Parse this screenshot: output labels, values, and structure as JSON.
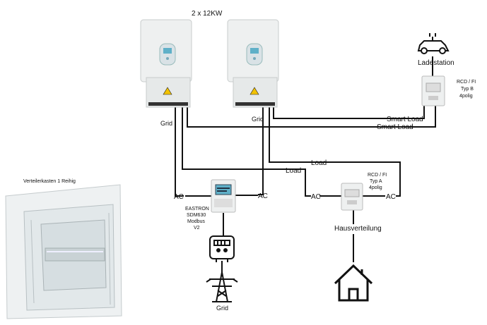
{
  "labels": {
    "inverter_title": "2 x 12KW",
    "grid_left": "Grid",
    "grid_right": "Grid",
    "smart_load_1": "Smart Load",
    "smart_load_2": "Smart Load",
    "load_1": "Load",
    "load_2": "Load",
    "ac_left": "AC",
    "ac_meter_right": "AC",
    "ac_rcd_left": "AC",
    "ac_rcd_right": "AC",
    "ladestation": "Ladestation",
    "rcd_b_line1": "RCD / FI",
    "rcd_b_line2": "Typ B",
    "rcd_b_line3": "4polig",
    "rcd_a_line1": "RCD / FI",
    "rcd_a_line2": "Typ A",
    "rcd_a_line3": "4polig",
    "meter_line1": "EASTRON",
    "meter_line2": "SDM630",
    "meter_line3": "Modbus",
    "meter_line4": "V2",
    "hausverteilung": "Hausverteilung",
    "grid_bottom": "Grid",
    "verteilerkasten": "Verteilerkasten 1 Reihig"
  },
  "icons": [
    "inverter-icon",
    "ev-car-icon",
    "rcd-breaker-icon",
    "energy-meter-icon",
    "electricity-meter-icon",
    "power-pylon-icon",
    "house-icon",
    "distribution-box-icon"
  ],
  "colors": {
    "wire": "#111111",
    "device": "#eef0f0",
    "display": "#5fb0c8",
    "warning": "#f2c200"
  }
}
